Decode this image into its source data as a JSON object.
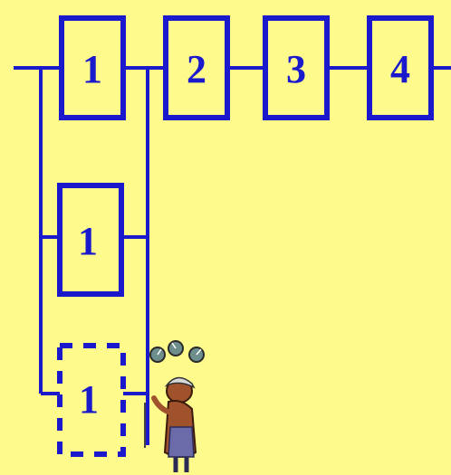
{
  "colors": {
    "background": "#FFFA8C",
    "line": "#1A1ACC",
    "box_border": "#1A1ACC"
  },
  "main_chain": {
    "boxes": [
      {
        "label": "1"
      },
      {
        "label": "2"
      },
      {
        "label": "3"
      },
      {
        "label": "4"
      }
    ]
  },
  "redundant_branches": [
    {
      "label": "1",
      "style": "solid"
    },
    {
      "label": "1",
      "style": "dashed"
    }
  ],
  "illustration": {
    "description_icon": "worker-with-gauges-icon"
  }
}
